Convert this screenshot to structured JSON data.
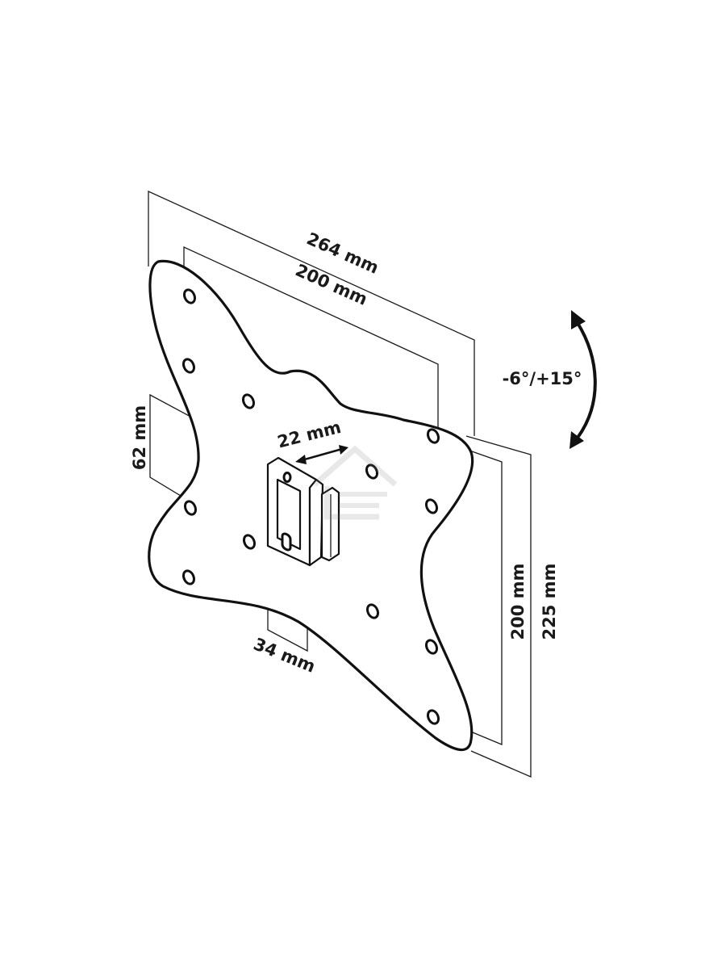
{
  "dimensions": {
    "outer_width": "264 mm",
    "inner_width": "200 mm",
    "bracket_depth": "22 mm",
    "bracket_height": "62 mm",
    "bracket_width": "34 mm",
    "inner_height": "200 mm",
    "outer_height": "225 mm"
  },
  "tilt_range": "-6°/+15°",
  "colors": {
    "line": "#111111",
    "background": "#ffffff"
  }
}
